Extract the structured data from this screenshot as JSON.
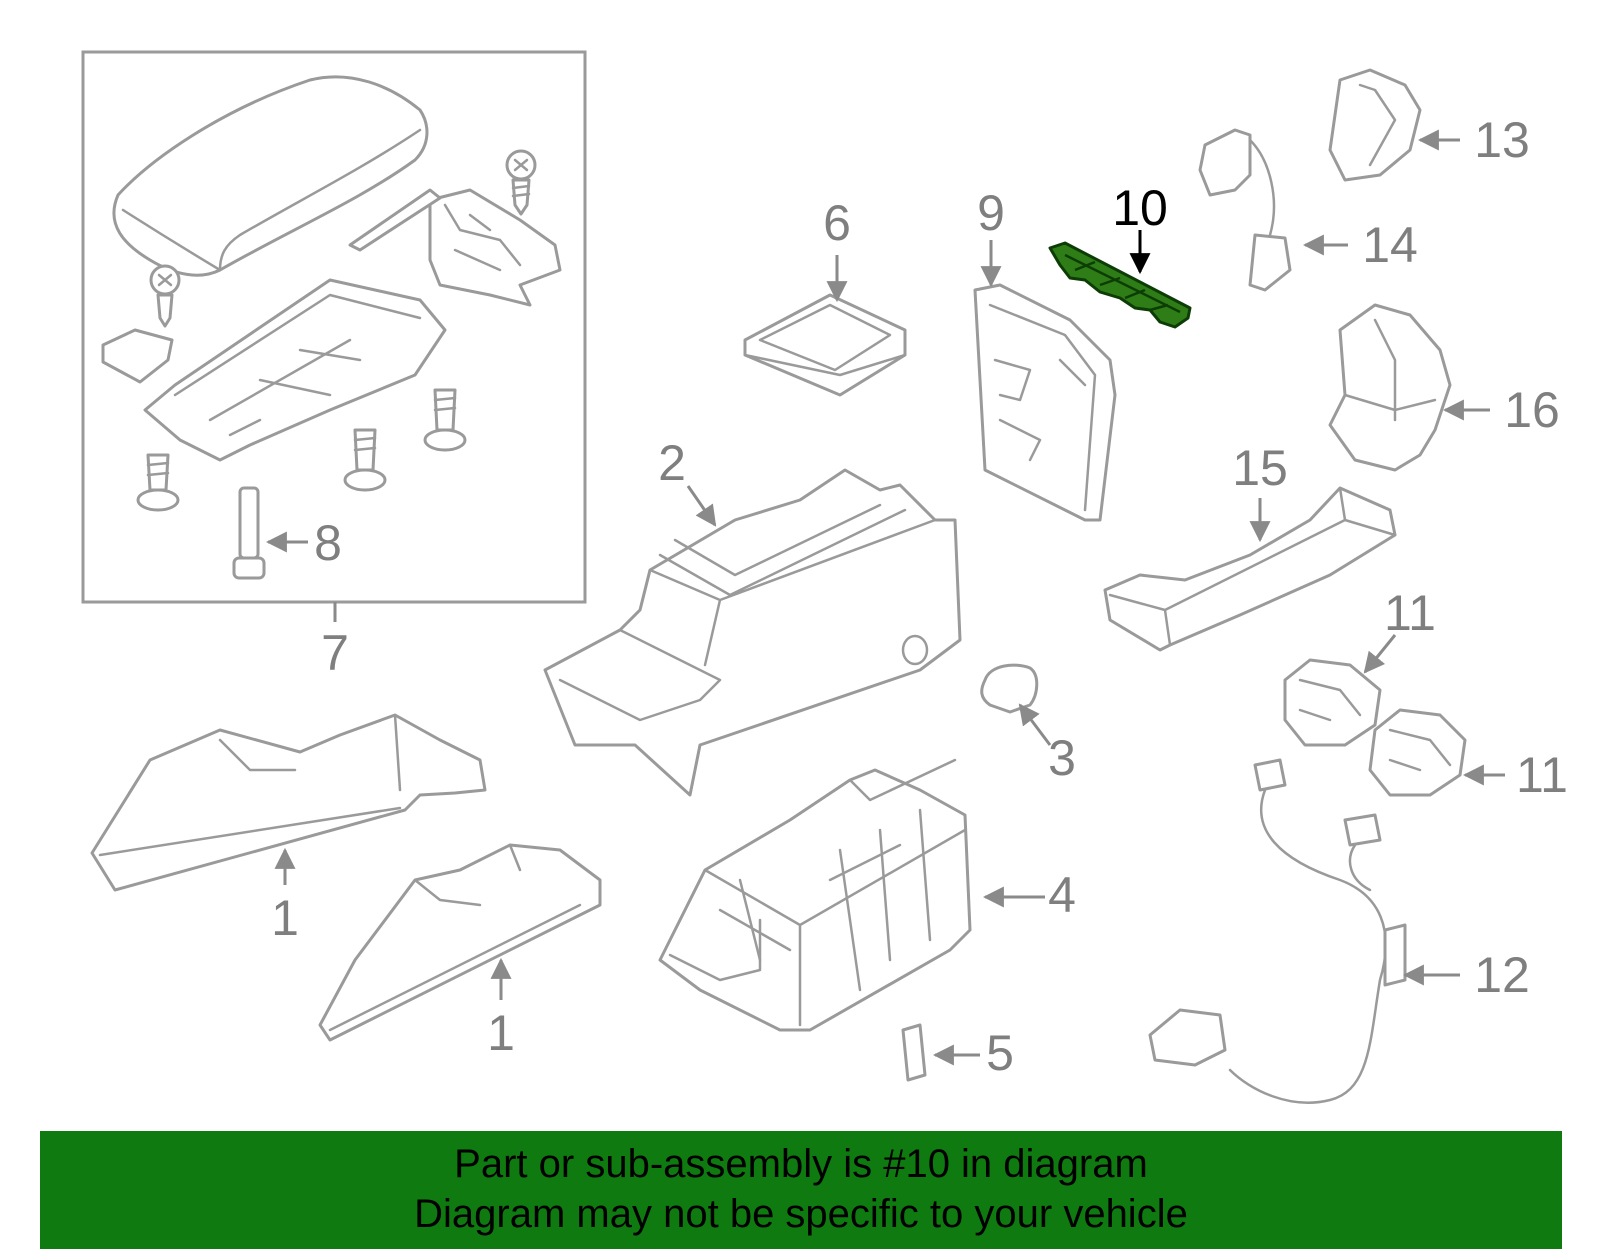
{
  "callouts": {
    "c1a": "1",
    "c1b": "1",
    "c2": "2",
    "c3": "3",
    "c4": "4",
    "c5": "5",
    "c6": "6",
    "c7": "7",
    "c8": "8",
    "c9": "9",
    "c10": "10",
    "c11a": "11",
    "c11b": "11",
    "c12": "12",
    "c13": "13",
    "c14": "14",
    "c15": "15",
    "c16": "16"
  },
  "highlight": {
    "part": "10",
    "color": "#2f7d16",
    "banner_color": "#0f7a0f"
  },
  "banner": {
    "line1": "Part or sub-assembly is #10 in diagram",
    "line2": "Diagram may not be specific to your vehicle"
  }
}
